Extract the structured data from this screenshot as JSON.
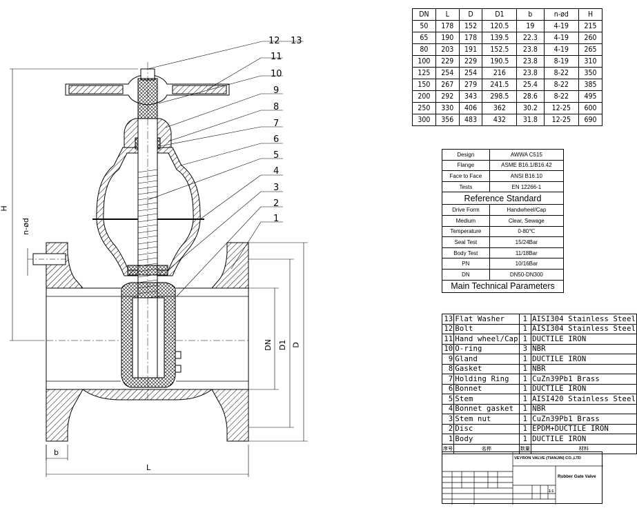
{
  "callouts": [
    "12",
    "13",
    "11",
    "10",
    "9",
    "8",
    "7",
    "6",
    "5",
    "4",
    "3",
    "2",
    "1"
  ],
  "dimension_labels": {
    "H": "H",
    "nd": "n-ød",
    "DN": "DN",
    "D1": "D1",
    "D": "D",
    "L": "L",
    "b": "b"
  },
  "dim_table": {
    "headers": [
      "DN",
      "L",
      "D",
      "D1",
      "b",
      "n-ød",
      "H"
    ],
    "rows": [
      [
        "50",
        "178",
        "152",
        "120.5",
        "19",
        "4-19",
        "215"
      ],
      [
        "65",
        "190",
        "178",
        "139.5",
        "22.3",
        "4-19",
        "260"
      ],
      [
        "80",
        "203",
        "191",
        "152.5",
        "23.8",
        "4-19",
        "265"
      ],
      [
        "100",
        "229",
        "229",
        "190.5",
        "23.8",
        "8-19",
        "310"
      ],
      [
        "125",
        "254",
        "254",
        "216",
        "23.8",
        "8-22",
        "350"
      ],
      [
        "150",
        "267",
        "279",
        "241.5",
        "25.4",
        "8-22",
        "385"
      ],
      [
        "200",
        "292",
        "343",
        "298.5",
        "28.6",
        "8-22",
        "495"
      ],
      [
        "250",
        "330",
        "406",
        "362",
        "30.2",
        "12-25",
        "600"
      ],
      [
        "300",
        "356",
        "483",
        "432",
        "31.8",
        "12-25",
        "690"
      ]
    ]
  },
  "reference_standard": {
    "rows": [
      [
        "Design",
        "AWWA C515"
      ],
      [
        "Flange",
        "ASME B16.1/B16.42"
      ],
      [
        "Face to Face",
        "ANSI B16.10"
      ],
      [
        "Tests",
        "EN 12266-1"
      ]
    ],
    "title": "Reference Standard"
  },
  "main_parameters": {
    "rows": [
      [
        "Drive Form",
        "Handwheel/Cap"
      ],
      [
        "Medium",
        "Clear, Sewage"
      ],
      [
        "Temperature",
        "0-80℃"
      ],
      [
        "Seal Test",
        "15/24Bar"
      ],
      [
        "Body Test",
        "11/18Bar"
      ],
      [
        "PN",
        "10/16Bar"
      ],
      [
        "DN",
        "DN50-DN300"
      ]
    ],
    "title": "Main Technical Parameters"
  },
  "bom": {
    "rows": [
      [
        "13",
        "Flat Washer",
        "1",
        "AISI304 Stainless Steel"
      ],
      [
        "12",
        "Bolt",
        "1",
        "AISI304 Stainless Steel"
      ],
      [
        "11",
        "Hand wheel/Cap",
        "1",
        "DUCTILE IRON"
      ],
      [
        "10",
        "O-ring",
        "3",
        "NBR"
      ],
      [
        "9",
        "Gland",
        "1",
        "DUCTILE IRON"
      ],
      [
        "8",
        "Gasket",
        "1",
        "NBR"
      ],
      [
        "7",
        "Holding Ring",
        "1",
        "CuZn39Pb1 Brass"
      ],
      [
        "6",
        "Bonnet",
        "1",
        "DUCTILE IRON"
      ],
      [
        "5",
        "Stem",
        "1",
        "AISI420 Stainless Steel"
      ],
      [
        "4",
        "Bonnet gasket",
        "1",
        "NBR"
      ],
      [
        "3",
        "Stem nut",
        "1",
        "CuZn39Pb1 Brass"
      ],
      [
        "2",
        "Disc",
        "1",
        "EPDM+DUCTILE IRON"
      ],
      [
        "1",
        "Body",
        "1",
        "DUCTILE IRON"
      ]
    ],
    "header": [
      "序号",
      "名称",
      "数量",
      "材料"
    ]
  },
  "title_block": {
    "company": "VEYRON VALVE (TIANJIN) CO.,LTD",
    "product": "Rubber Gate Valve",
    "scale": "1:1"
  }
}
